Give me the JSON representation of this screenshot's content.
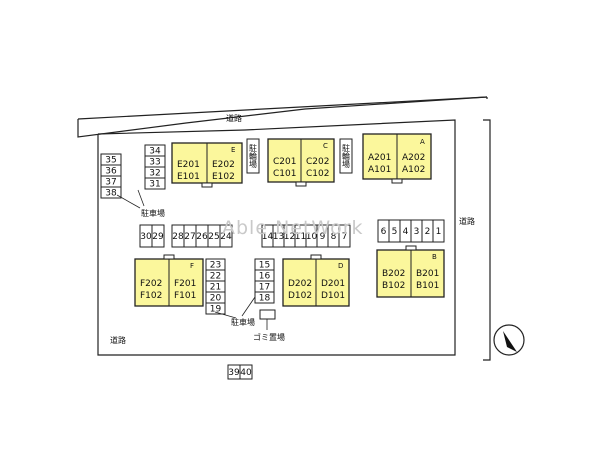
{
  "roads": {
    "north": "道路",
    "east": "道路",
    "southwest": "道路"
  },
  "watermark": "Able NetWork",
  "labels": {
    "bicycle": "駐輪場",
    "parking": "駐車場",
    "garbage": "ゴミ置場"
  },
  "buildings": {
    "E": {
      "letter": "E",
      "units": [
        "E201",
        "E202",
        "E101",
        "E102"
      ]
    },
    "C": {
      "letter": "C",
      "units": [
        "C201",
        "C202",
        "C101",
        "C102"
      ]
    },
    "A": {
      "letter": "A",
      "units": [
        "A201",
        "A202",
        "A101",
        "A102"
      ]
    },
    "F": {
      "letter": "F",
      "units": [
        "F202",
        "F201",
        "F102",
        "F101"
      ]
    },
    "D": {
      "letter": "D",
      "units": [
        "D202",
        "D201",
        "D102",
        "D101"
      ]
    },
    "B": {
      "letter": "B",
      "units": [
        "B202",
        "B201",
        "B102",
        "B101"
      ]
    }
  },
  "parking_spaces": {
    "left_column": [
      "35",
      "36",
      "37",
      "38"
    ],
    "top_column": [
      "34",
      "33",
      "32",
      "31"
    ],
    "row_30_29": [
      "30",
      "29"
    ],
    "row_28_24": [
      "28",
      "27",
      "26",
      "25",
      "24"
    ],
    "row_14_7": [
      "14",
      "13",
      "12",
      "11",
      "10",
      "9",
      "8",
      "7"
    ],
    "row_6_1": [
      "6",
      "5",
      "4",
      "3",
      "2",
      "1"
    ],
    "col_23_19": [
      "23",
      "22",
      "21",
      "20",
      "19"
    ],
    "col_15_18": [
      "15",
      "16",
      "17",
      "18"
    ],
    "bottom": [
      "39",
      "40"
    ]
  }
}
